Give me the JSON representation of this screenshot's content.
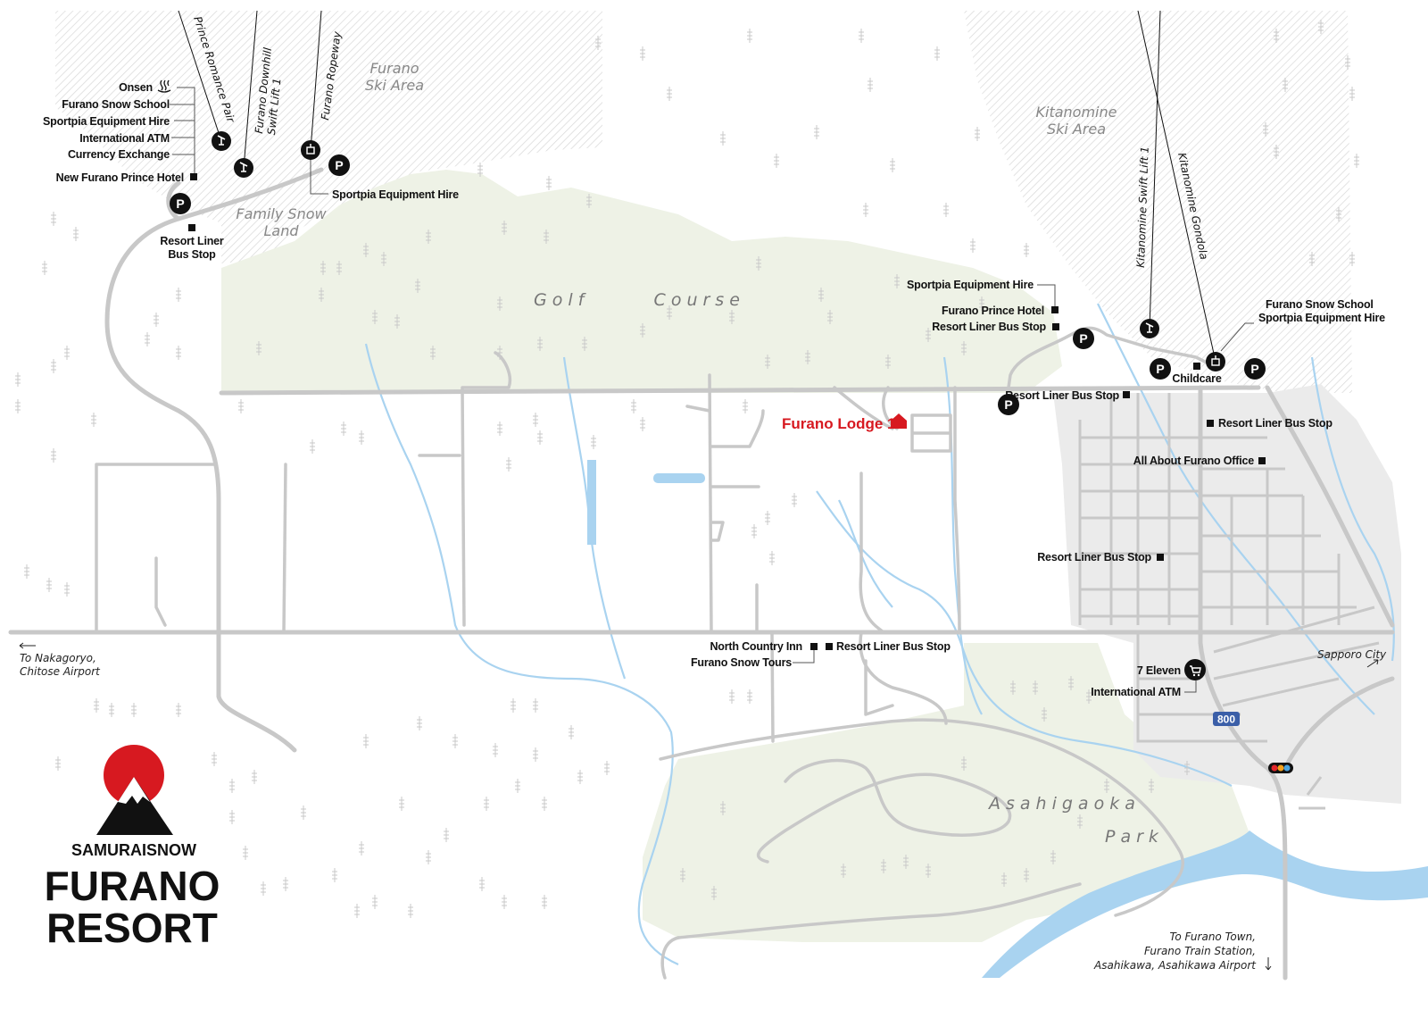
{
  "areas": {
    "furano_ski_area": [
      "Furano",
      "Ski Area"
    ],
    "kitanomine_ski_area": [
      "Kitanomine",
      "Ski Area"
    ],
    "family_snow_land": [
      "Family Snow",
      "Land"
    ],
    "golf_course": "Golf      Course",
    "asahigaoka": "Asahigaoka",
    "park": "Park"
  },
  "lifts": {
    "prince_romance_pair": "Prince Romance Pair",
    "furano_downhill": [
      "Furano Downhill",
      "Swift Lift 1"
    ],
    "furano_ropeway": "Furano Ropeway",
    "kitanomine_swift": "Kitanomine Swift Lift 1",
    "kitanomine_gondola": "Kitanomine Gondola"
  },
  "labels": {
    "onsen": "Onsen",
    "furano_snow_school_left": "Furano Snow School",
    "sportpia_left": "Sportpia Equipment Hire",
    "intl_atm_left": "International ATM",
    "currency_exchange": "Currency Exchange",
    "new_furano_prince": "New Furano Prince Hotel",
    "sportpia_ropeway": "Sportpia Equipment Hire",
    "resort_liner_left": [
      "Resort Liner",
      "Bus Stop"
    ],
    "sportpia_prince": "Sportpia Equipment Hire",
    "furano_prince_hotel": "Furano Prince Hotel",
    "resort_liner_prince": "Resort Liner Bus Stop",
    "furano_snow_school_right": "Furano Snow School",
    "sportpia_right": "Sportpia Equipment Hire",
    "childcare": "Childcare",
    "resort_liner_town1": "Resort Liner Bus Stop",
    "resort_liner_town2": "Resort Liner Bus Stop",
    "all_about_furano": "All About Furano Office",
    "resort_liner_town3": "Resort Liner Bus Stop",
    "north_country_inn": "North Country Inn",
    "resort_liner_north": "Resort Liner Bus Stop",
    "furano_snow_tours": "Furano Snow Tours",
    "seven_eleven": "7 Eleven",
    "intl_atm_right": "International ATM",
    "route_800": "800"
  },
  "lodge": {
    "label": "Furano Lodge 10",
    "color": "#d71920"
  },
  "directions": {
    "nakagoryo": [
      "To Nakagoryo,",
      "Chitose Airport"
    ],
    "sapporo": "Sapporo City",
    "furano_town": [
      "To Furano Town,",
      "Furano Train Station,",
      "Asahikawa, Asahikawa Airport"
    ]
  },
  "logo": {
    "brand": "SAMURAISNOW",
    "title_line1": "FURANO",
    "title_line2": "RESORT",
    "sun_color": "#d71920"
  },
  "parking_label": "P",
  "colors": {
    "park_green": "#eef2e6",
    "road": "#c8c8c8",
    "river": "#a9d3f0",
    "town": "#ebebeb",
    "accent_red": "#d71920"
  }
}
